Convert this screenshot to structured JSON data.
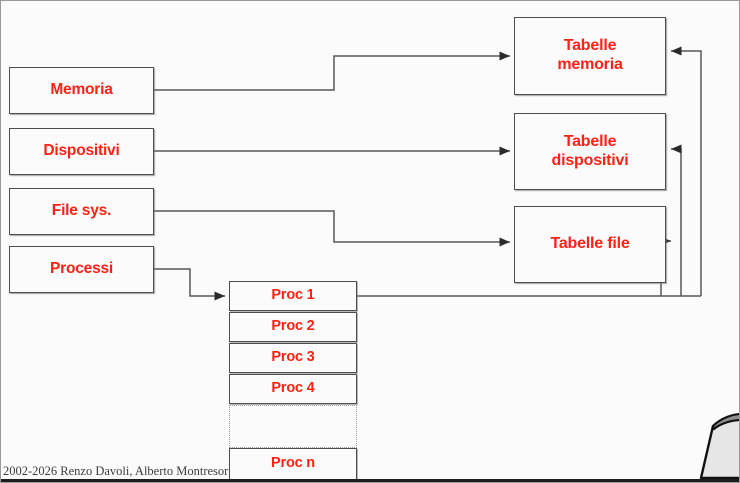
{
  "slide": {
    "title_present": false,
    "background_color": "#fbfbfb",
    "border_color": "#9a9a9a",
    "label_color": "#ff2116",
    "box_border_color": "#4d4d4d",
    "connector_color": "#585858"
  },
  "left_column": {
    "items": [
      {
        "label": "Memoria"
      },
      {
        "label": "Dispositivi"
      },
      {
        "label": "File sys."
      },
      {
        "label": "Processi"
      }
    ]
  },
  "right_column": {
    "items": [
      {
        "label": "Tabelle memoria",
        "line1": "Tabelle",
        "line2": "memoria"
      },
      {
        "label": "Tabelle dispositivi",
        "line1": "Tabelle",
        "line2": "dispositivi"
      },
      {
        "label": "Tabelle file",
        "line1": "Tabelle file",
        "line2": ""
      }
    ]
  },
  "process_stack": {
    "items": [
      {
        "label": "Proc 1"
      },
      {
        "label": "Proc 2"
      },
      {
        "label": "Proc 3"
      },
      {
        "label": "Proc 4"
      }
    ],
    "ellipsis_gap": true,
    "last": {
      "label": "Proc n"
    }
  },
  "footer": {
    "credit": "2002-2026 Renzo Davoli, Alberto Montresor"
  },
  "decoration": {
    "page_curl_icon": "page-curl"
  }
}
